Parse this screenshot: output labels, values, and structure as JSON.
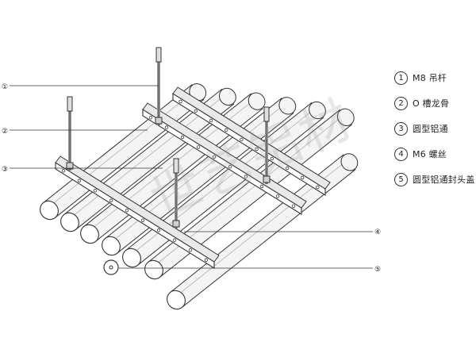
{
  "legend": [
    {
      "num": "1",
      "label": "M8 吊杆"
    },
    {
      "num": "2",
      "label": "O 槽龙骨"
    },
    {
      "num": "3",
      "label": "圆型铝通"
    },
    {
      "num": "4",
      "label": "M6 螺丝"
    },
    {
      "num": "5",
      "label": "圆型铝通封头盖"
    }
  ],
  "left_markers": [
    "①",
    "②",
    "③"
  ],
  "right_markers": [
    "④",
    "⑤"
  ],
  "watermark": "世艺铝材",
  "colors": {
    "line": "#333333",
    "rod": "#9a9a9a",
    "tube_fill": "#f4f4f4"
  }
}
